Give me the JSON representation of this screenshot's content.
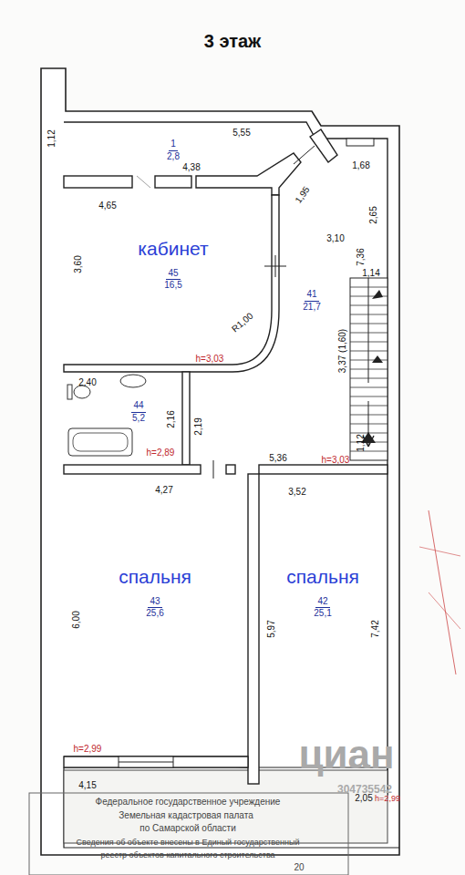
{
  "diagram": {
    "title": "3 этаж",
    "nodes": [
      {
        "text": [
          "1",
          "2,8"
        ]
      },
      {
        "text": [
          "кабинет",
          "45",
          "16,5"
        ]
      },
      {
        "text": [
          "41",
          "21,7"
        ]
      },
      {
        "text": [
          "44",
          "5,2"
        ]
      },
      {
        "text": [
          "спальня",
          "43",
          "25,6"
        ]
      },
      {
        "text": [
          "спальня",
          "42",
          "25,1"
        ]
      }
    ],
    "labels": [
      "1,12",
      "5,55",
      "4,38",
      "4,65",
      "1,68",
      "1,95",
      "2,65",
      "3,10",
      "7,36",
      "1,14",
      "3,60",
      "R1,00",
      "h=3,03",
      "3,37 (1,60)",
      "2,40",
      "2,16",
      "2,19",
      "h=2,89",
      "1,12",
      "5,36",
      "h=3,03",
      "4,27",
      "3,52",
      "6,00",
      "5,97",
      "7,42",
      "h=2,99",
      "4,15",
      "2,05",
      "h=2,99",
      "Федеральное государственное учреждение",
      "Земельная кадастровая палата",
      "по Самарской области",
      "Сведения об объекте внесены в Единый государственный",
      "реестр объектов капитального строительства",
      "20",
      "циан",
      "304735542"
    ]
  }
}
